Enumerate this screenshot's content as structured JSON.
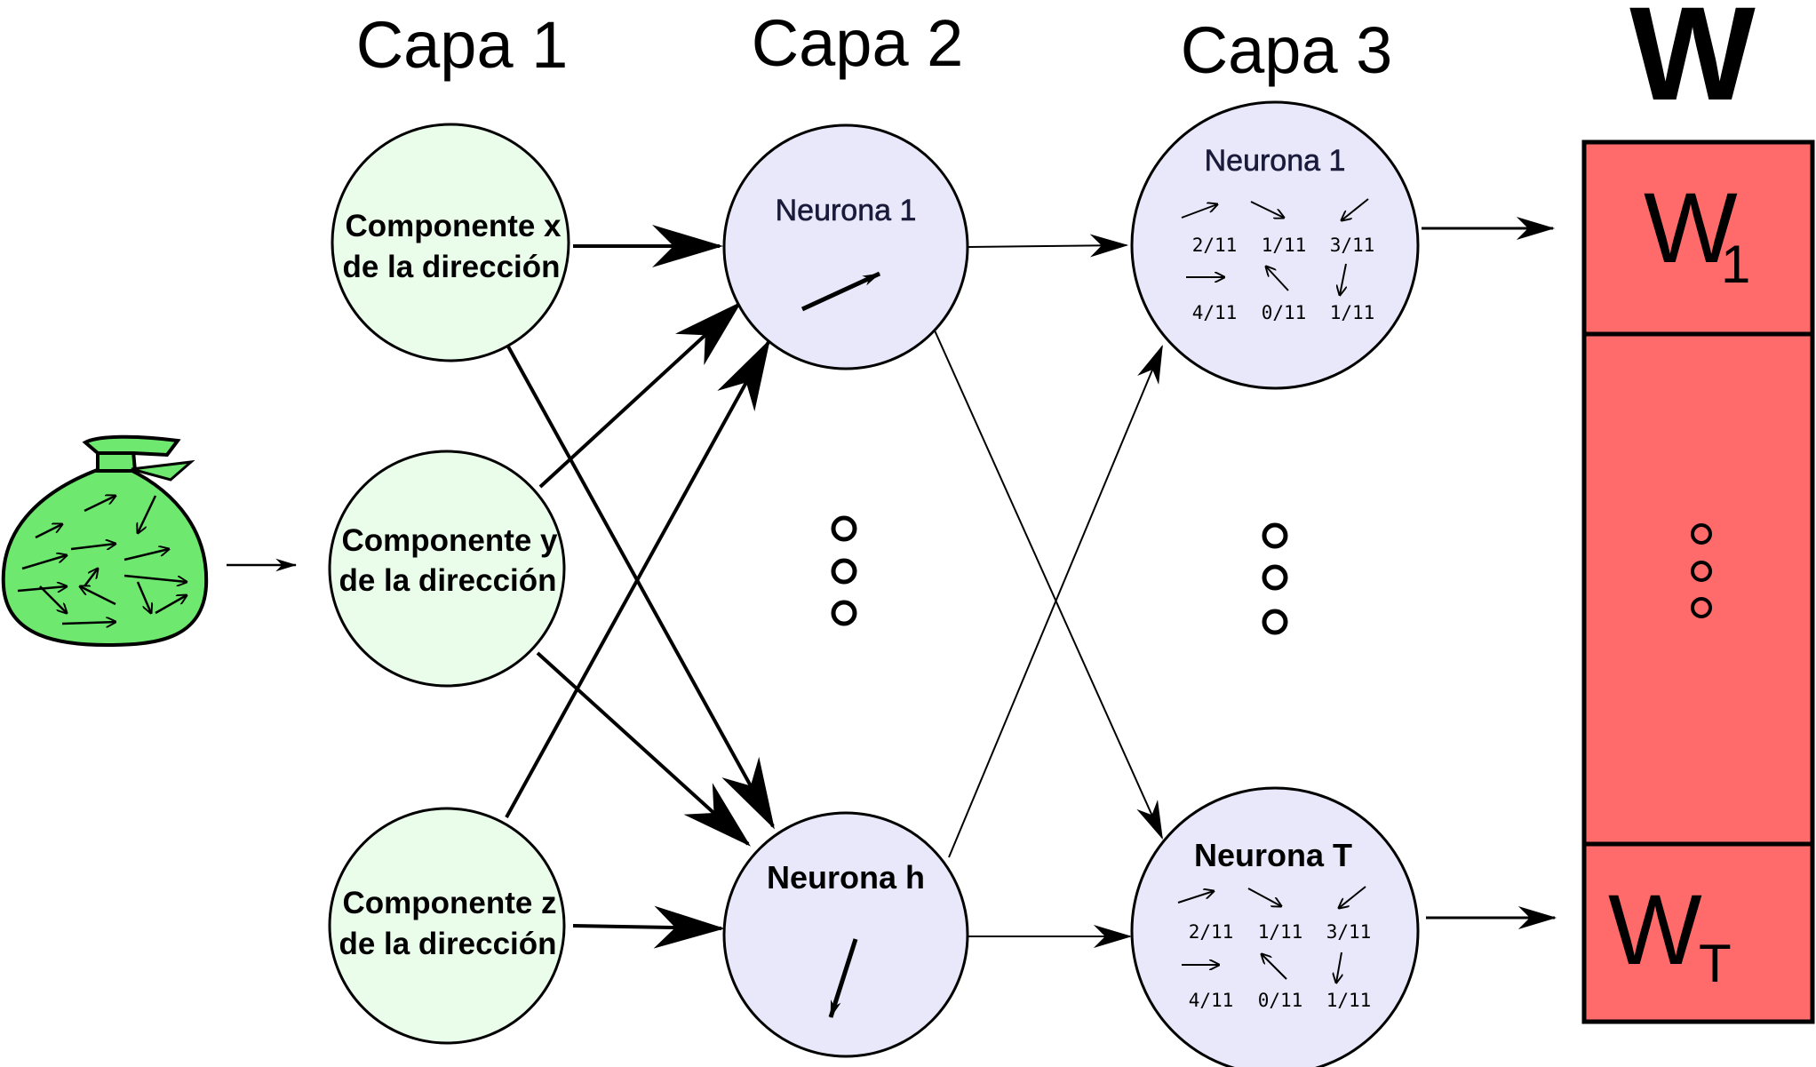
{
  "layers": {
    "layer1_title": "Capa 1",
    "layer2_title": "Capa 2",
    "layer3_title": "Capa 3"
  },
  "weights": {
    "title": "W",
    "first_label": "W",
    "first_sub": "1",
    "last_label": "W",
    "last_sub": "T",
    "fill_color": "#ff6b6b"
  },
  "input_bag": {
    "icon": "bag-of-arrows-icon",
    "fill_color": "#6ee86e"
  },
  "layer1": [
    {
      "line1": "Componente x",
      "line2": "de la dirección"
    },
    {
      "line1": "Componente y",
      "line2": "de la dirección"
    },
    {
      "line1": "Componente z",
      "line2": "de la dirección"
    }
  ],
  "layer2": {
    "neuron_1": "Neurona  1",
    "neuron_h": "Neurona  h"
  },
  "layer3": {
    "neuron_1": {
      "title": "Neurona  1",
      "row1": [
        "2/11",
        "1/11",
        "3/11"
      ],
      "row2": [
        "4/11",
        "0/11",
        "1/11"
      ]
    },
    "neuron_t": {
      "title": "Neurona  T",
      "row1": [
        "2/11",
        "1/11",
        "3/11"
      ],
      "row2": [
        "4/11",
        "0/11",
        "1/11"
      ]
    }
  },
  "colors": {
    "layer1_fill": "#eafcea",
    "layer2_fill": "#e8e8fa",
    "layer3_fill": "#e8e8fa"
  }
}
